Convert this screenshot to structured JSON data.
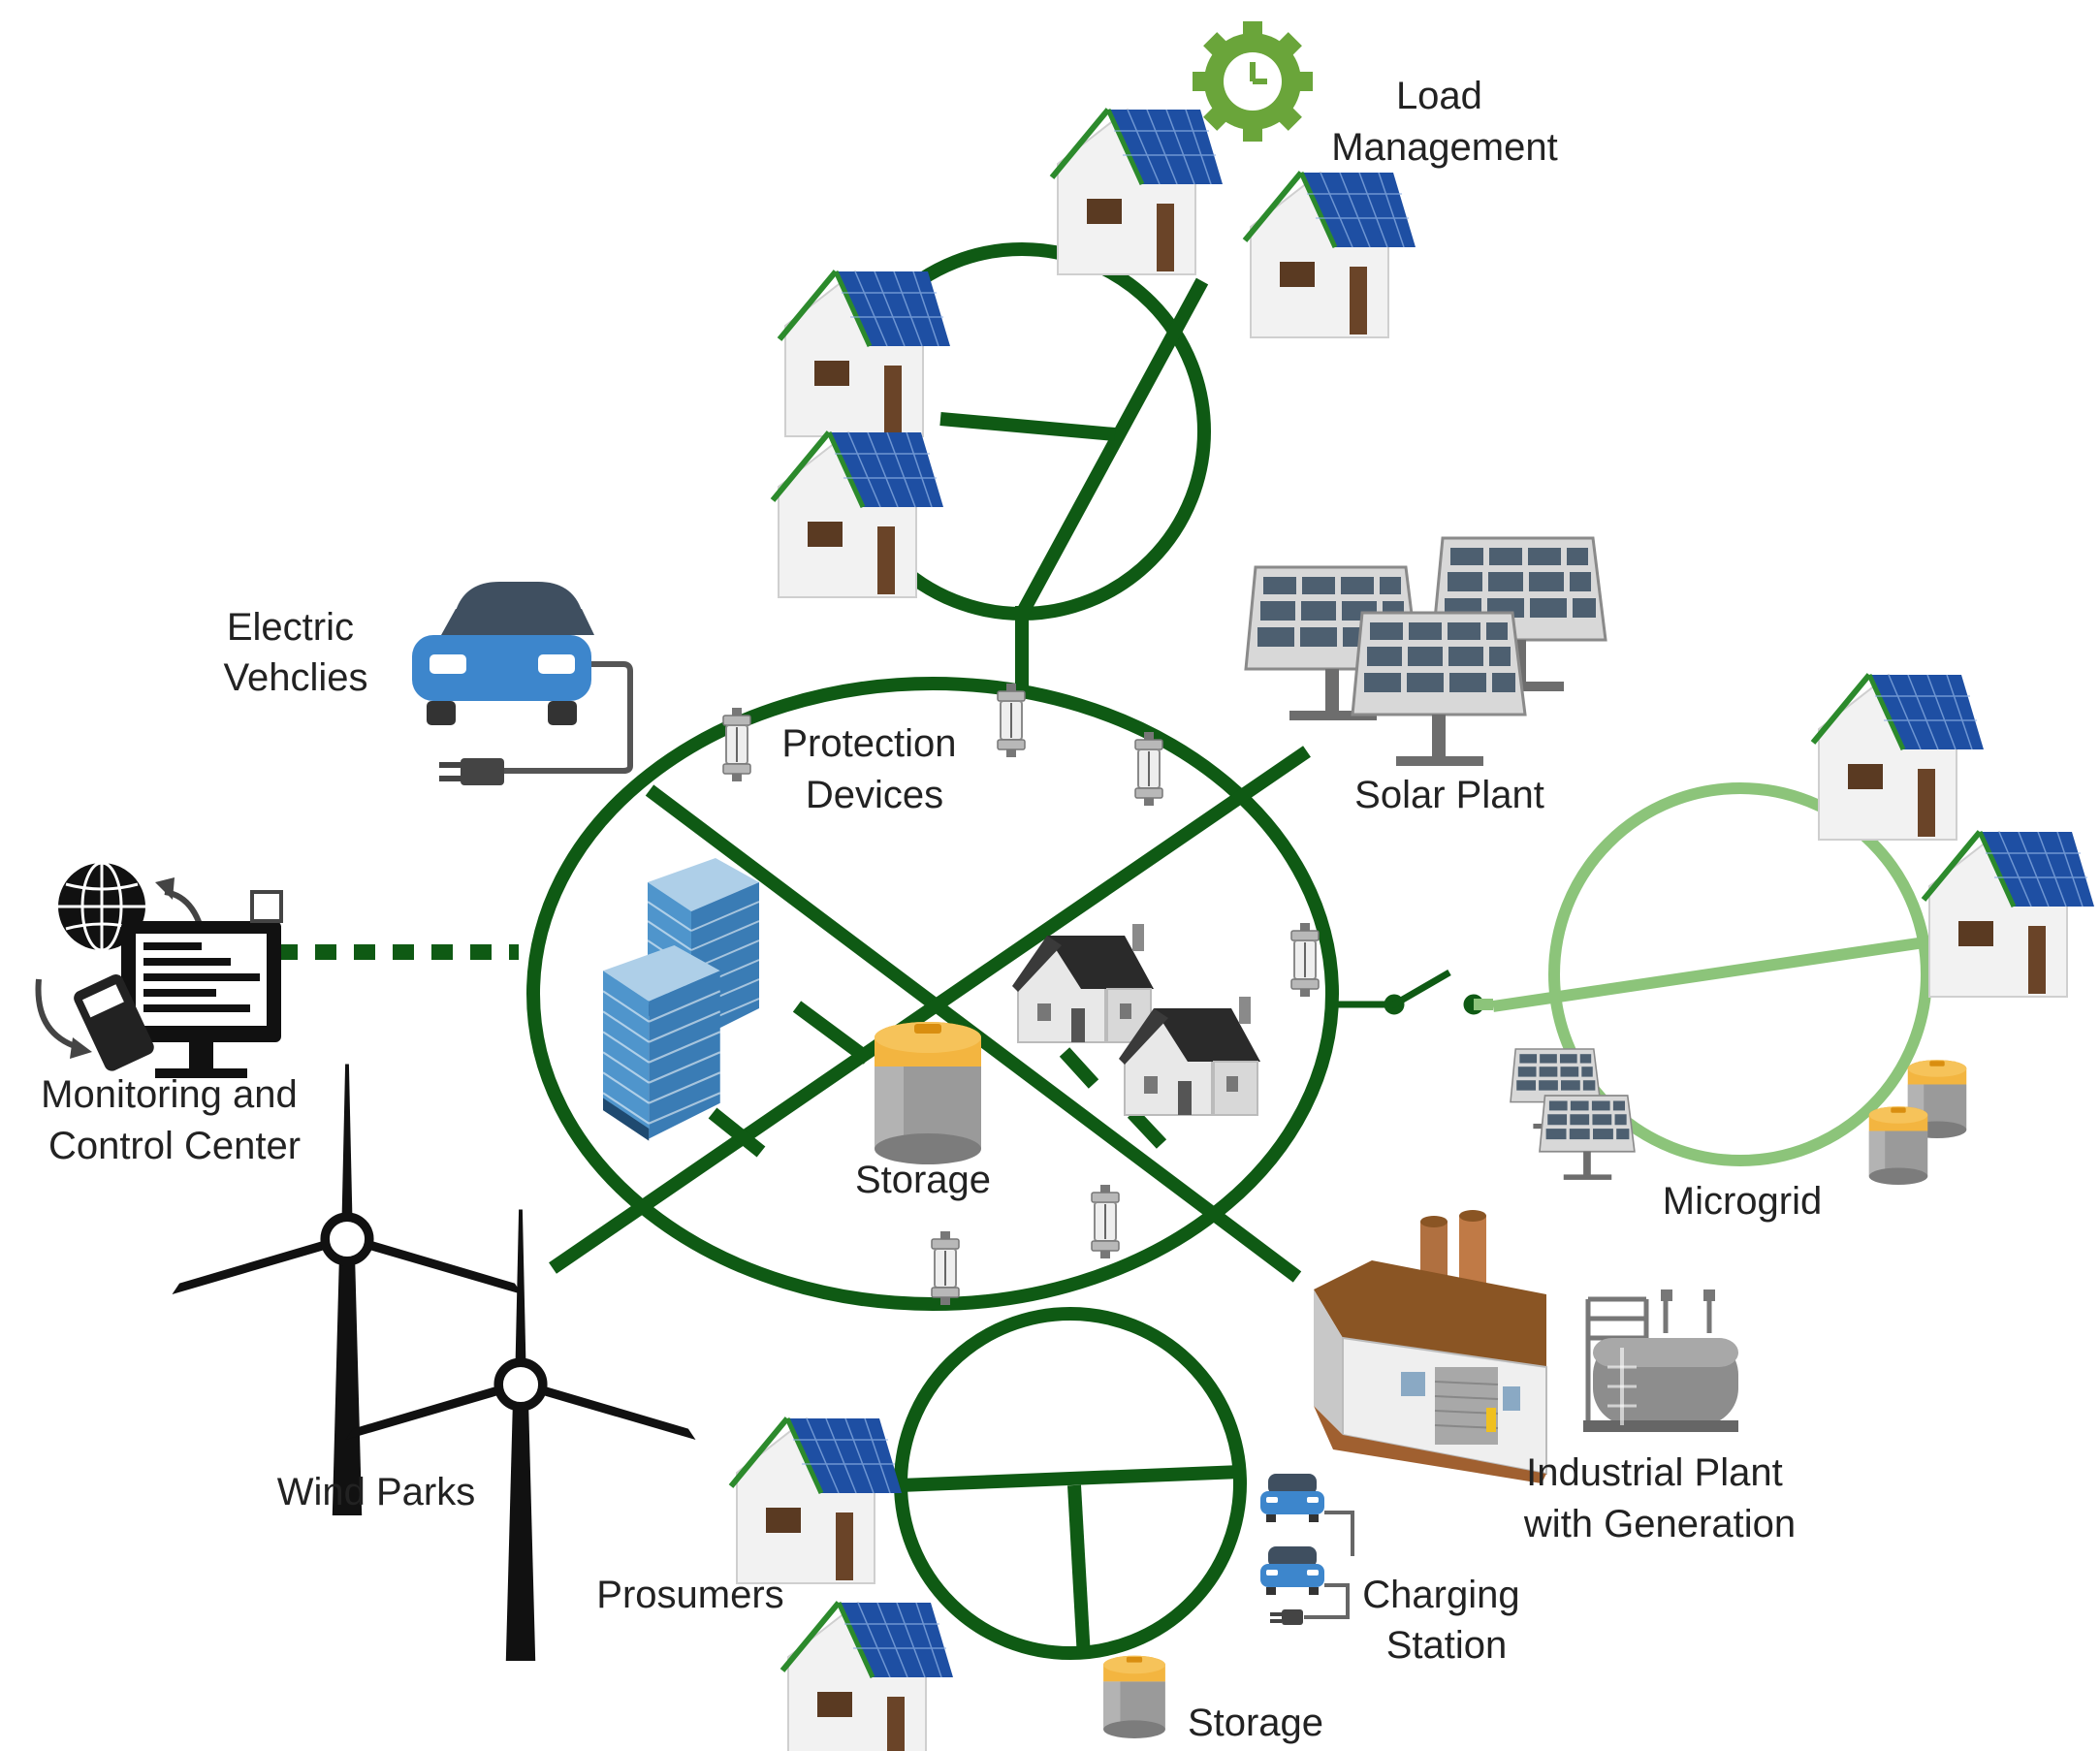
{
  "labels": {
    "load_management": [
      "Load",
      "Management"
    ],
    "electric_vehicles": [
      "Electric",
      "Vehclies"
    ],
    "protection_devices": [
      "Protection",
      "Devices"
    ],
    "solar_plant": "Solar Plant",
    "monitoring": [
      "Monitoring and",
      "Control Center"
    ],
    "storage_center": "Storage",
    "microgrid": "Microgrid",
    "wind_parks": "Wind Parks",
    "industrial_plant": [
      "Industrial Plant",
      "with Generation"
    ],
    "prosumers": "Prosumers",
    "charging_station": [
      "Charging",
      "Station"
    ],
    "storage_bottom": "Storage"
  },
  "colors": {
    "grid_main": "#0f5a14",
    "grid_micro": "#8cc47a",
    "roof": "#1e4fa3",
    "roof_edge": "#2c8a2c",
    "wall": "#f2f2f2",
    "panel": "#4d5f70",
    "building": "#5ba3d6",
    "battery_top": "#f0a020",
    "car": "#3d86cc",
    "gear": "#6aa53a",
    "factory_roof": "#8a5524",
    "turbine": "#111111"
  },
  "icons": {
    "load_management": "gear-clock-icon",
    "protection_device": "fuse-icon",
    "house": "solar-house-icon",
    "office": "office-building-icon",
    "battery": "battery-icon",
    "car": "electric-car-icon",
    "monitor": "monitoring-computer-icon",
    "solar_panel": "solar-panel-icon",
    "wind_turbine": "wind-turbine-icon",
    "factory": "factory-icon",
    "generator": "generator-icon",
    "switch": "switch-icon"
  }
}
